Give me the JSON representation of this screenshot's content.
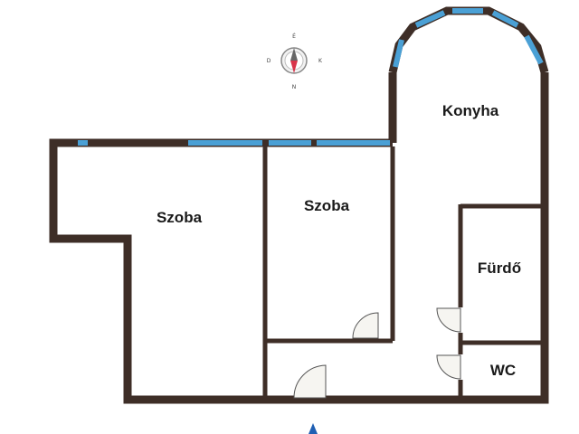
{
  "floorplan": {
    "rooms": [
      {
        "id": "szoba-1",
        "label": "Szoba"
      },
      {
        "id": "szoba-2",
        "label": "Szoba"
      },
      {
        "id": "konyha",
        "label": "Konyha"
      },
      {
        "id": "furdo",
        "label": "Fürdő"
      },
      {
        "id": "wc",
        "label": "WC"
      }
    ]
  },
  "compass": {
    "letters": {
      "top": "É",
      "left": "D",
      "right": "K",
      "bottom": "N"
    }
  },
  "colors": {
    "wall": "#3e2e27",
    "window": "#4aa0d5",
    "door_fill": "#f6f5f1",
    "entrance": "#1f5fb3"
  }
}
